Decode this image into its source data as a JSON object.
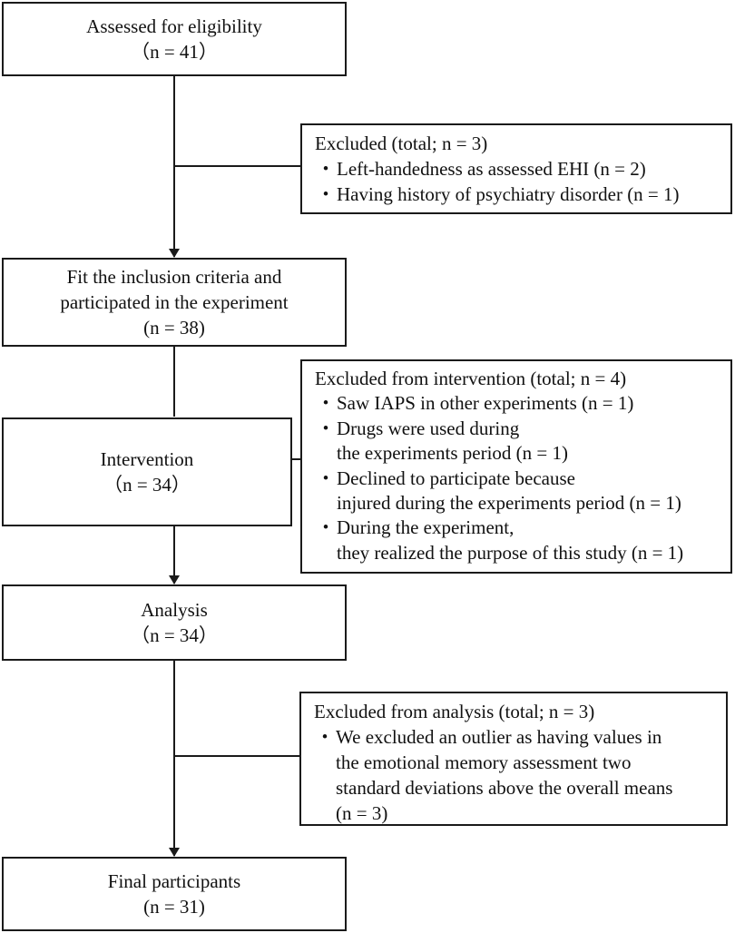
{
  "boxes": {
    "assessed": {
      "title": "Assessed for eligibility",
      "count": "（n = 41）"
    },
    "excluded1": {
      "title": "Excluded (total; n = 3)",
      "items": [
        "Left-handedness as assessed EHI (n = 2)",
        "Having history of psychiatry disorder (n = 1)"
      ]
    },
    "fit": {
      "line1": "Fit the inclusion criteria and",
      "line2": "participated in the experiment",
      "count": "(n = 38)"
    },
    "excluded2": {
      "title": "Excluded from intervention (total; n = 4)",
      "items": [
        [
          "Saw IAPS in other experiments (n = 1)"
        ],
        [
          "Drugs were used during",
          "the experiments period (n = 1)"
        ],
        [
          "Declined to participate because",
          "injured during the experiments period (n = 1)"
        ],
        [
          "During the experiment,",
          "they realized the purpose of this study (n = 1)"
        ]
      ]
    },
    "intervention": {
      "title": "Intervention",
      "count": "（n = 34）"
    },
    "analysis": {
      "title": "Analysis",
      "count": "（n = 34）"
    },
    "excluded3": {
      "title": "Excluded from analysis (total; n = 3)",
      "item_lines": [
        "We excluded an outlier as having values in",
        "the emotional memory assessment two",
        "standard deviations above the overall means",
        "(n = 3)"
      ]
    },
    "final": {
      "title": "Final participants",
      "count": "(n = 31)"
    }
  },
  "bullet_glyph": "・"
}
